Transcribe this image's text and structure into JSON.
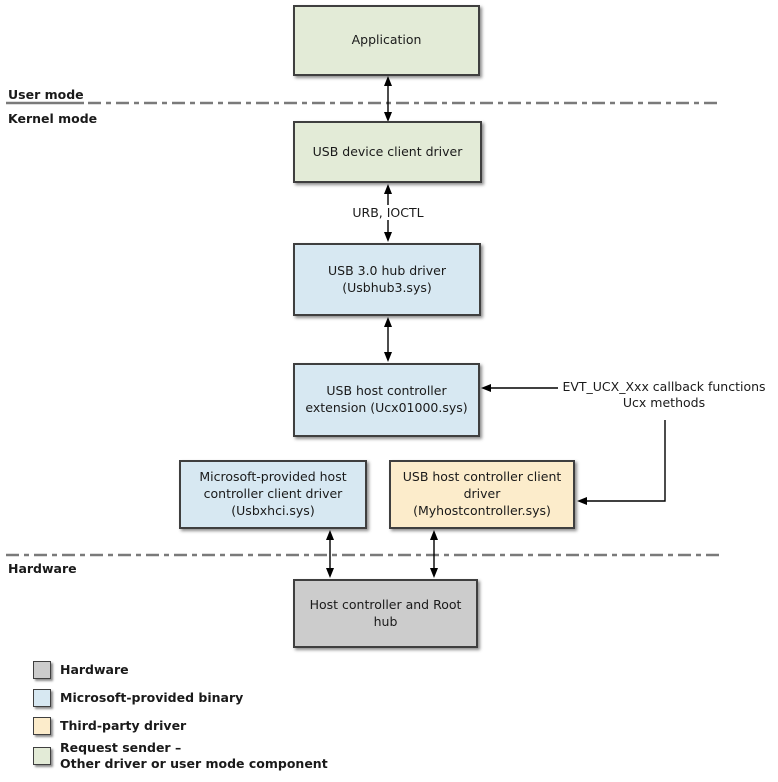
{
  "diagram": {
    "section_labels": {
      "user_mode": "User mode",
      "kernel_mode": "Kernel mode",
      "hardware": "Hardware"
    },
    "nodes": {
      "application": {
        "label": "Application"
      },
      "usb_device_client_driver": {
        "label": "USB device client driver"
      },
      "usb3_hub_driver": {
        "label": "USB 3.0 hub driver\n(Usbhub3.sys)"
      },
      "ucx_extension": {
        "label": "USB host controller\nextension (Ucx01000.sys)"
      },
      "ms_host_controller_client": {
        "label": "Microsoft-provided host\ncontroller client driver\n(Usbxhci.sys)"
      },
      "thirdparty_host_controller_client": {
        "label": "USB host controller client\ndriver\n(Myhostcontroller.sys)"
      },
      "host_controller_root_hub": {
        "label": "Host controller and Root\nhub"
      }
    },
    "annotations": {
      "urb_ioctl": "URB, IOCTL",
      "evt_callbacks": "EVT_UCX_Xxx callback functions\nUcx methods"
    },
    "colors": {
      "request_sender": "#e3ebd7",
      "microsoft_binary": "#d7e8f2",
      "third_party": "#fceccb",
      "hardware": "#cccccc",
      "divider": "#7a7a7a",
      "border": "#3f3f3f",
      "arrow": "#000000"
    },
    "legend": {
      "items": [
        {
          "label": "Hardware"
        },
        {
          "label": "Microsoft-provided binary"
        },
        {
          "label": "Third-party driver"
        },
        {
          "label": "Request sender –\nOther driver or user mode component"
        }
      ]
    }
  }
}
